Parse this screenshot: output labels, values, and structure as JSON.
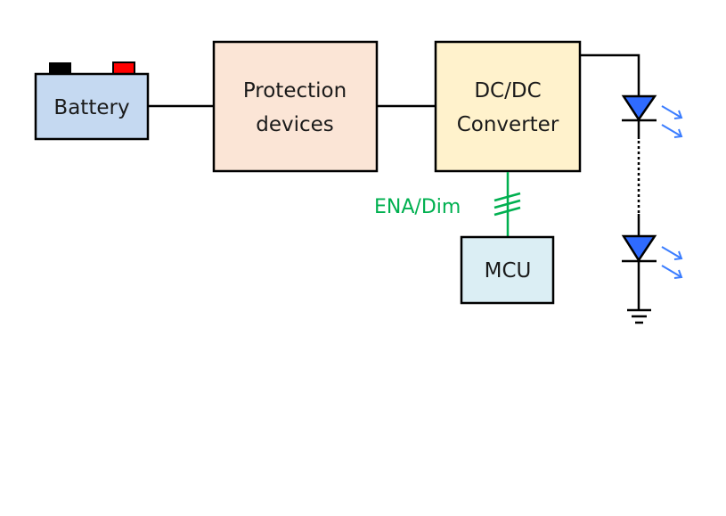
{
  "diagram": {
    "blocks": {
      "battery": {
        "label": "Battery",
        "fill": "#c5d9f1",
        "terminal_neg_color": "#000000",
        "terminal_pos_color": "#ff0000"
      },
      "protection": {
        "line1": "Protection",
        "line2": "devices",
        "fill": "#fbe5d6"
      },
      "converter": {
        "line1": "DC/DC",
        "line2": "Converter",
        "fill": "#fff2cc"
      },
      "mcu": {
        "label": "MCU",
        "fill": "#dbeef4"
      }
    },
    "signal": {
      "label": "ENA/Dim",
      "color": "#00b050"
    },
    "leds": {
      "fill": "#2f6bff",
      "arrow_color": "#3b7dff",
      "count_shown": 2
    },
    "wire_color": "#000000"
  }
}
